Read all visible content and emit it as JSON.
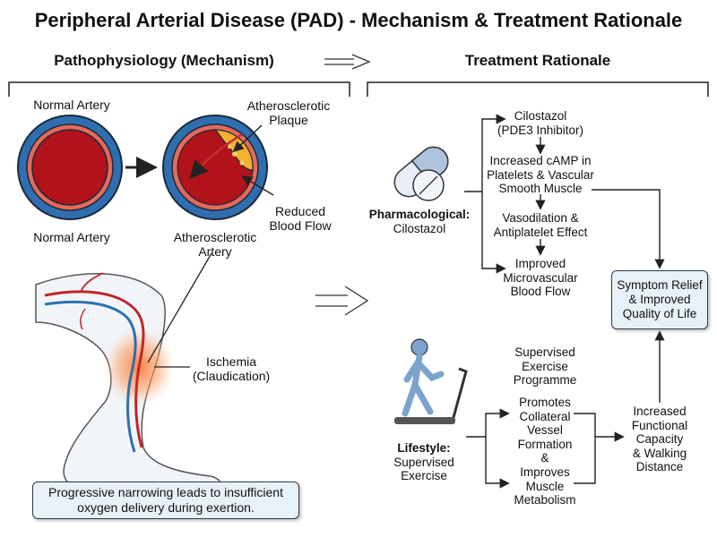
{
  "title": "Peripheral Arterial Disease (PAD) - Mechanism & Treatment Rationale",
  "left_header": "Pathophysiology (Mechanism)",
  "right_header": "Treatment Rationale",
  "normal_artery_top": "Normal Artery",
  "normal_artery_bottom": "Normal Artery",
  "plaque_label": "Atherosclerotic\nPlaque",
  "reduced_flow": "Reduced\nBlood Flow",
  "athero_artery": "Atherosclerotic\nArtery",
  "ischemia": "Ischemia\n(Claudication)",
  "mechanism_summary": "Progressive narrowing leads to insufficient\noxygen delivery during exertion.",
  "pharm_label_bold": "Pharmacological:",
  "pharm_label_rest": "Cilostazol",
  "cilostazol": "Cilostazol\n(PDE3 Inhibitor)",
  "camp": "Increased cAMP in\nPlatelets & Vascular\nSmooth Muscle",
  "vasodilation": "Vasodilation &\nAntiplatelet Effect",
  "microvascular": "Improved\nMicrovascular\nBlood Flow",
  "symptom_relief": "Symptom Relief\n& Improved\nQuality of Life",
  "supervised_programme": "Supervised\nExercise\nProgramme",
  "collateral": "Promotes\nCollateral\nVessel\nFormation",
  "ampersand": "&",
  "muscle": "Improves\nMuscle\nMetabolism",
  "functional": "Increased\nFunctional\nCapacity\n& Walking\nDistance",
  "lifestyle_bold": "Lifestyle:",
  "lifestyle_rest": "Supervised\nExercise",
  "colors": {
    "artery_outer": "#2f6fb0",
    "artery_wall": "#e46a5a",
    "blood": "#b2121a",
    "plaque": "#f3b12e",
    "box_fill": "#e9f1f8"
  },
  "icons": [
    "capsule-icon",
    "treadmill-icon",
    "leg-icon",
    "artery-cross-section-icon"
  ]
}
